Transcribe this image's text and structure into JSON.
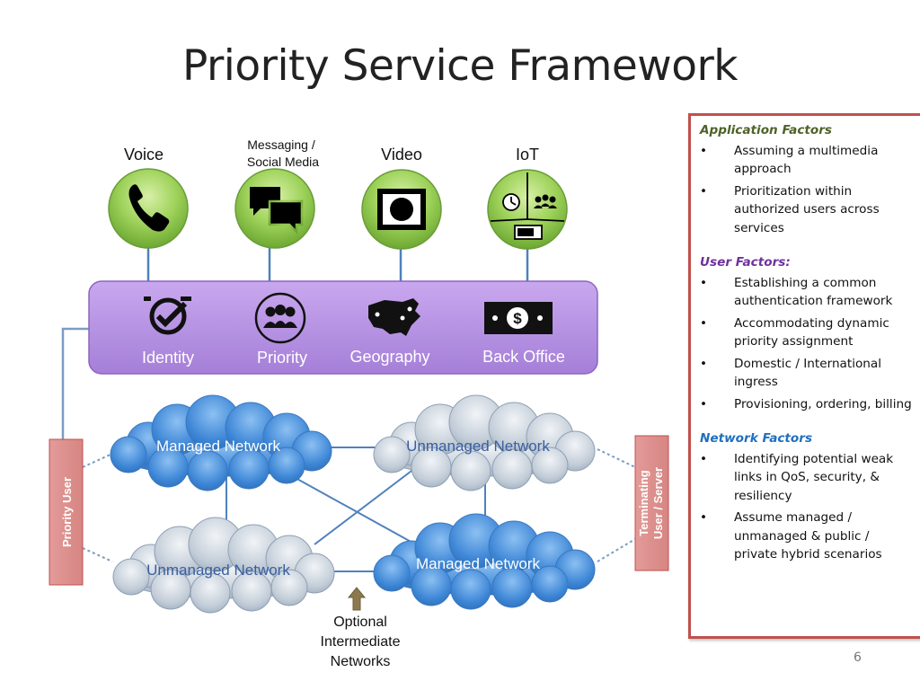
{
  "title": "Priority Service Framework",
  "services": [
    {
      "label": "Voice",
      "icon": "phone-icon"
    },
    {
      "label": "Messaging /",
      "label2": "Social Media",
      "icon": "chat-bubbles-icon"
    },
    {
      "label": "Video",
      "icon": "video-screen-icon"
    },
    {
      "label": "IoT",
      "icon": "iot-devices-icon"
    }
  ],
  "platform": [
    {
      "label": "Identity",
      "icon": "identity-check-icon"
    },
    {
      "label": "Priority",
      "icon": "users-group-icon"
    },
    {
      "label": "Geography",
      "icon": "us-map-icon"
    },
    {
      "label": "Back Office",
      "icon": "dollar-bill-icon"
    }
  ],
  "networks": {
    "top_left": "Managed Network",
    "top_right": "Unmanaged Network",
    "bottom_left": "Unmanaged Network",
    "bottom_right": "Managed Network"
  },
  "priority_user": "Priority User",
  "terminating": {
    "line1": "Terminating",
    "line2": "User / Server"
  },
  "optional": {
    "line1": "Optional",
    "line2": "Intermediate",
    "line3": "Networks"
  },
  "factors": {
    "application": {
      "heading": "Application Factors",
      "items": [
        "Assuming a multimedia approach",
        "Prioritization within authorized users across services"
      ]
    },
    "user": {
      "heading": "User Factors:",
      "items": [
        "Establishing a common authentication framework",
        "Accommodating dynamic priority assignment",
        "Domestic / International ingress",
        "Provisioning, ordering, billing"
      ]
    },
    "network": {
      "heading": "Network Factors",
      "items": [
        "Identifying potential weak links in QoS, security, & resiliency",
        "Assume managed / unmanaged & public / private hybrid scenarios"
      ]
    }
  },
  "page_number": "6",
  "colors": {
    "border_red": "#c0504d",
    "platform_purple": "#b08ae0",
    "circle_green": "#92d050",
    "managed_blue": "#4a8fd8",
    "unmanaged_gray": "#b7c4d2",
    "connector_blue": "#4f81bd"
  }
}
